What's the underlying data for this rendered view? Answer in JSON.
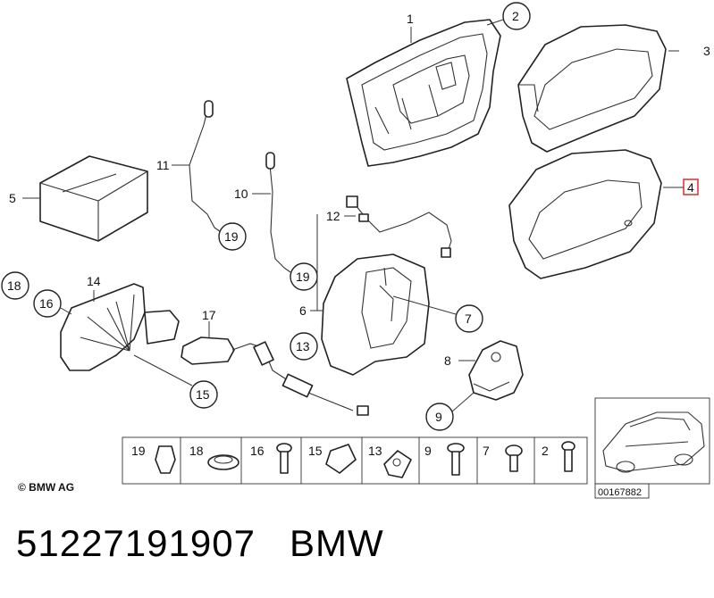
{
  "callouts": {
    "c1": "1",
    "c2": "2",
    "c3": "3",
    "c4": "4",
    "c5": "5",
    "c6": "6",
    "c7": "7",
    "c8": "8",
    "c9": "9",
    "c10": "10",
    "c11": "11",
    "c12": "12",
    "c13": "13",
    "c14": "14",
    "c15": "15",
    "c16": "16",
    "c17": "17",
    "c18": "18",
    "c19a": "19",
    "c19b": "19"
  },
  "highlighted_callout_color": "#d81e1e",
  "hardware_table": [
    "19",
    "18",
    "16",
    "15",
    "13",
    "9",
    "7",
    "2"
  ],
  "diagram_code": "00167882",
  "copyright": "© BMW AG",
  "part_number": "51227191907",
  "brand": "BMW"
}
